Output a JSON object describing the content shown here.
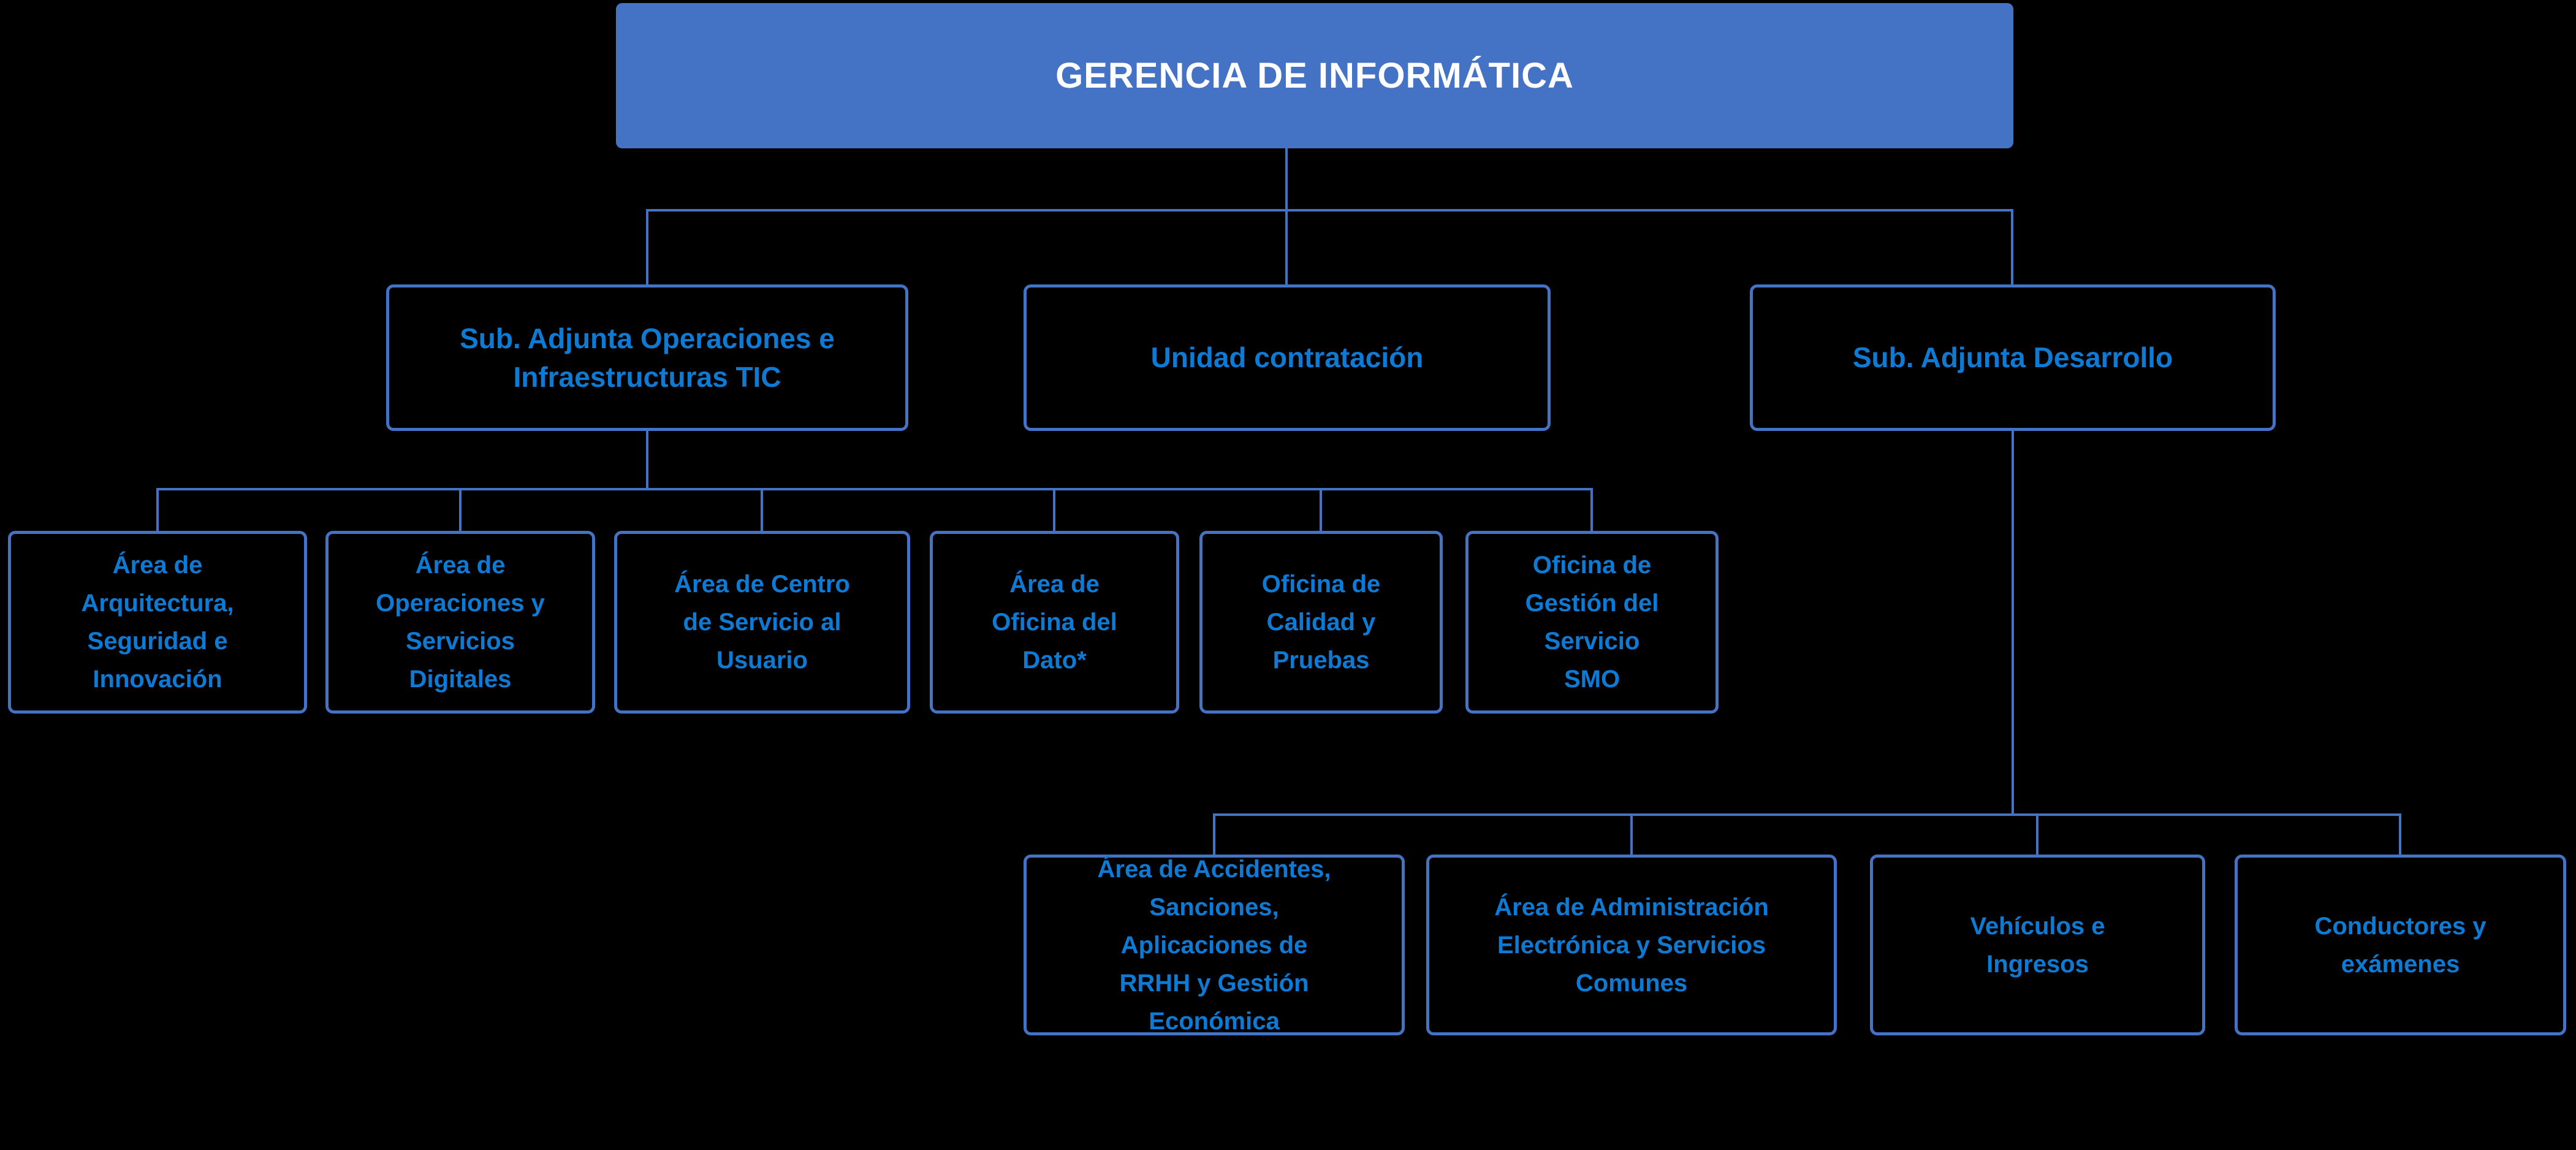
{
  "diagram": {
    "type": "org-chart",
    "title": "GERENCIA DE INFORMÁTICA",
    "colors": {
      "background": "#000000",
      "root_fill": "#4472C4",
      "root_text": "#FFFFFF",
      "border": "#4472C4",
      "text": "#0D7AD4",
      "line": "#4472C4"
    },
    "level2": [
      "Sub. Adjunta Operaciones e Infraestructuras TIC",
      "Unidad contratación",
      "Sub. Adjunta Desarrollo"
    ],
    "operaciones_children": [
      "Área de Arquitectura, Seguridad e Innovación",
      "Área de Operaciones y Servicios Digitales",
      "Área de Centro de Servicio al Usuario",
      "Área de Oficina del Dato*",
      "Oficina de Calidad y Pruebas",
      "Oficina de Gestión del Servicio SMO"
    ],
    "desarrollo_children": [
      "Área de Accidentes, Sanciones, Aplicaciones de RRHH y Gestión Económica",
      "Área de Administración Electrónica y Servicios Comunes",
      "Vehículos e Ingresos",
      "Conductores y exámenes"
    ]
  }
}
